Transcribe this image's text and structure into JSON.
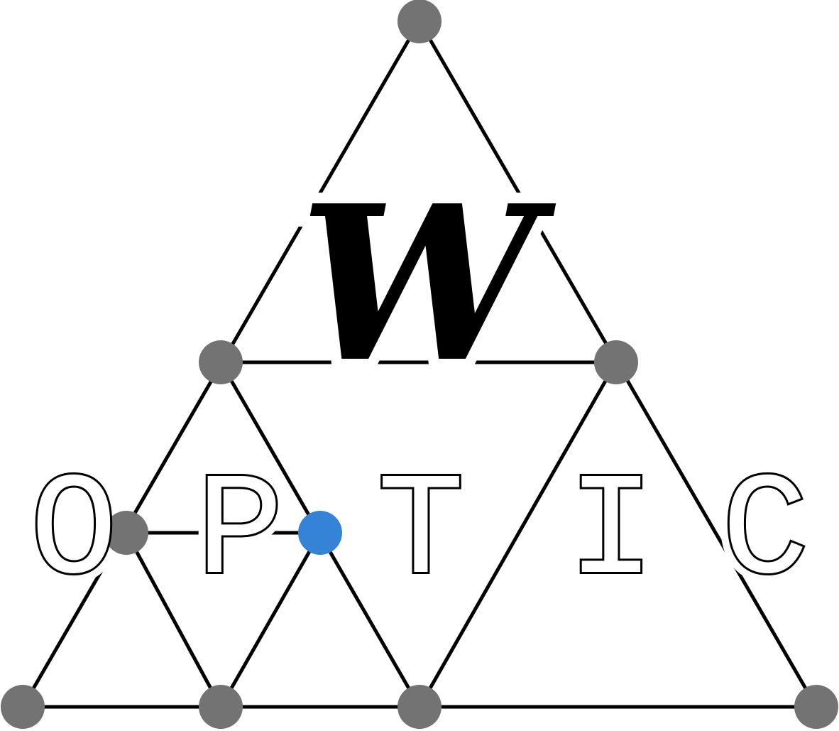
{
  "logo": {
    "script_letter": "W",
    "wordmark": [
      "O",
      "P",
      "T",
      "I",
      "C"
    ],
    "colors": {
      "line": "#000000",
      "node": "#737373",
      "active_node": "#3483d6",
      "letter_fill": "#ffffff"
    }
  }
}
